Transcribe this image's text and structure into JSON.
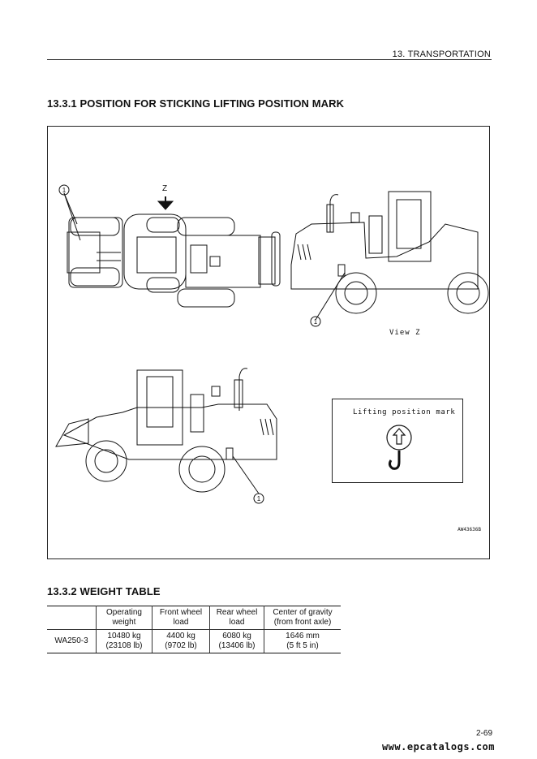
{
  "header": {
    "chapter": "13. TRANSPORTATION"
  },
  "section1": {
    "title": "13.3.1 POSITION FOR STICKING LIFTING POSITION MARK"
  },
  "figure": {
    "arrow_label": "Z",
    "view_label": "View Z",
    "callout": "1",
    "legend_text": "Lifting position mark",
    "code": "AW43636B"
  },
  "section2": {
    "title": "13.3.2 WEIGHT TABLE"
  },
  "table": {
    "headers": [
      "Operating weight",
      "Front wheel load",
      "Rear wheel load",
      "Center of gravity (from front axle)"
    ],
    "rows": [
      {
        "model": "WA250-3",
        "cells": [
          [
            "10480 kg",
            "(23108 lb)"
          ],
          [
            "4400 kg",
            "(9702 lb)"
          ],
          [
            "6080 kg",
            "(13406 lb)"
          ],
          [
            "1646 mm",
            "(5 ft 5 in)"
          ]
        ]
      }
    ]
  },
  "footer": {
    "page": "2-69",
    "watermark": "www.epcatalogs.com"
  }
}
